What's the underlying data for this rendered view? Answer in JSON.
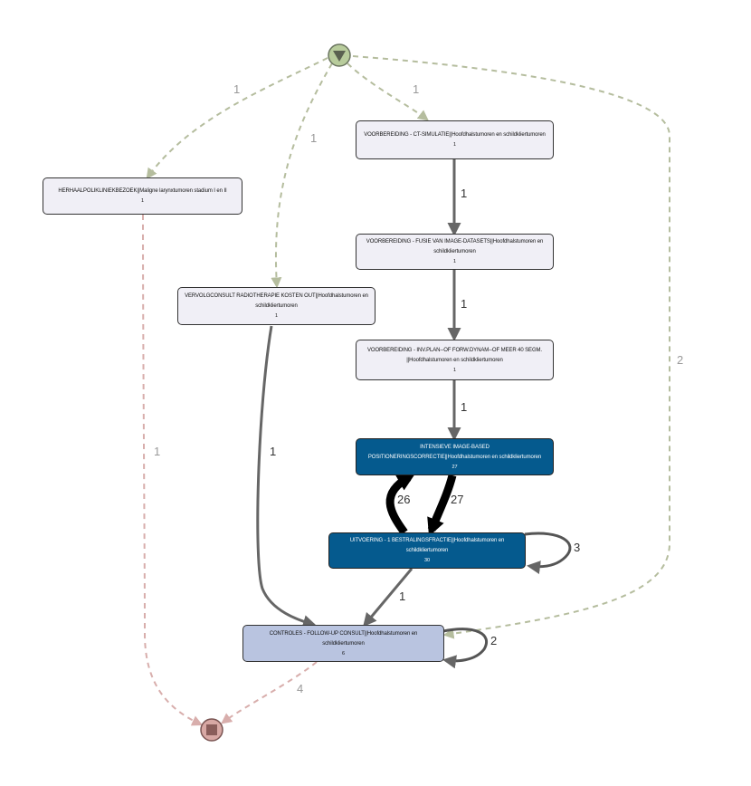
{
  "nodes": [
    {
      "id": "herhaal",
      "label": "HERHAALPOLIKLINIEKBEZOEK||Maligne larynxtumoren stadium I en II",
      "count": "1",
      "style": "light"
    },
    {
      "id": "ct",
      "label": "VOORBEREIDING - CT-SIMULATIE||Hoofdhalstumoren en schildkliertumoren",
      "count": "1",
      "style": "light"
    },
    {
      "id": "fusie",
      "label": "VOORBEREIDING - FUSIE VAN IMAGE-DATASETS||Hoofdhalstumoren en schildkliertumoren",
      "count": "1",
      "style": "light"
    },
    {
      "id": "vervolg",
      "label": "VERVOLGCONSULT RADIOTHERAPIE KOSTEN OUT||Hoofdhalstumoren en schildkliertumoren",
      "count": "1",
      "style": "light"
    },
    {
      "id": "inv",
      "label": "VOORBEREIDING - INV.PLAN--OF FORW.DYNAM--OF MEER 40 SEGM. ||Hoofdhalstumoren en schildkliertumoren",
      "count": "1",
      "style": "light"
    },
    {
      "id": "intensieve",
      "label": "INTENSIEVE IMAGE-BASED POSITIONERINGSCORRECTIE||Hoofdhalstumoren en schildkliertumoren",
      "count": "27",
      "style": "dark"
    },
    {
      "id": "uitvoering",
      "label": "UITVOERING - 1 BESTRALINGSFRACTIE||Hoofdhalstumoren en schildkliertumoren",
      "count": "30",
      "style": "dark"
    },
    {
      "id": "controles",
      "label": "CONTROLES - FOLLOW-UP CONSULT||Hoofdhalstumoren en schildkliertumoren",
      "count": "6",
      "style": "blue"
    }
  ],
  "edges": [
    {
      "from": "start",
      "to": "herhaal",
      "label": "1",
      "style": "dash"
    },
    {
      "from": "start",
      "to": "vervolg",
      "label": "1",
      "style": "dash"
    },
    {
      "from": "start",
      "to": "ct",
      "label": "1",
      "style": "dash"
    },
    {
      "from": "start",
      "to": "controles",
      "label": "2",
      "style": "dash"
    },
    {
      "from": "ct",
      "to": "fusie",
      "label": "1",
      "style": "solid"
    },
    {
      "from": "fusie",
      "to": "inv",
      "label": "1",
      "style": "solid"
    },
    {
      "from": "inv",
      "to": "intensieve",
      "label": "1",
      "style": "solid"
    },
    {
      "from": "intensieve",
      "to": "uitvoering",
      "label": "27",
      "style": "solid"
    },
    {
      "from": "uitvoering",
      "to": "intensieve",
      "label": "26",
      "style": "solid"
    },
    {
      "from": "uitvoering",
      "to": "uitvoering",
      "label": "3",
      "style": "solid"
    },
    {
      "from": "uitvoering",
      "to": "controles",
      "label": "1",
      "style": "solid"
    },
    {
      "from": "vervolg",
      "to": "controles",
      "label": "1",
      "style": "solid"
    },
    {
      "from": "controles",
      "to": "controles",
      "label": "2",
      "style": "solid"
    },
    {
      "from": "herhaal",
      "to": "end",
      "label": "1",
      "style": "dash-red"
    },
    {
      "from": "controles",
      "to": "end",
      "label": "4",
      "style": "dash-red"
    }
  ],
  "colors": {
    "start_fill": "#b8cc9c",
    "end_fill": "#d8a8a4",
    "dash_green": "#b5bd9e",
    "dash_red": "#d8aeac",
    "solid": "#666666",
    "dark_node": "#055a8e",
    "blue_node": "#b9c4e0",
    "light_node": "#f0eff6"
  }
}
